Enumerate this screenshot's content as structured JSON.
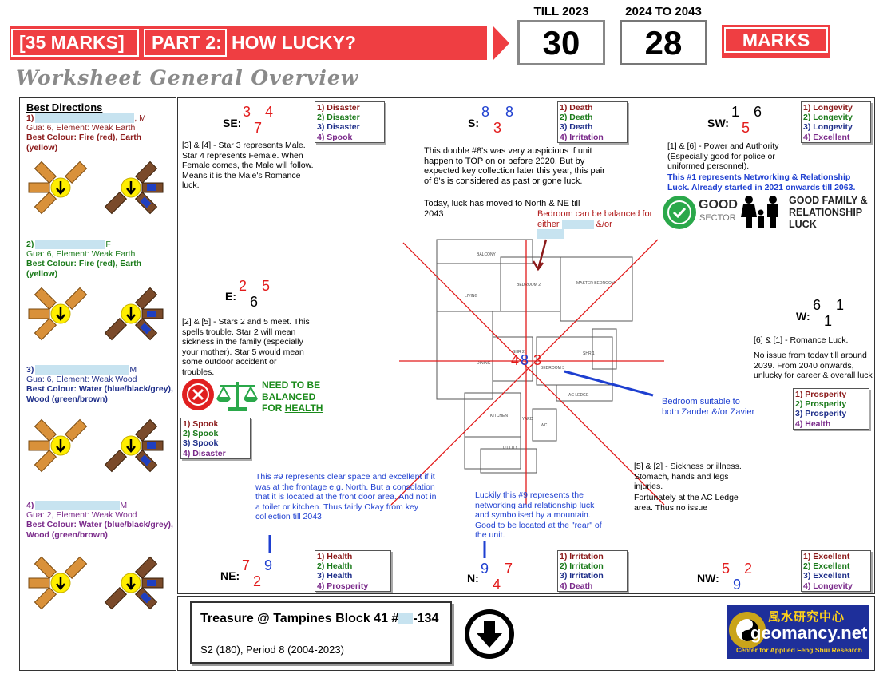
{
  "header": {
    "marks_badge": "[35 MARKS]",
    "part_label": "PART 2:",
    "title": "HOW LUCKY?",
    "period1_label": "TILL 2023",
    "period1_score": "30",
    "period2_label": "2024 TO 2043",
    "period2_score": "28",
    "marks_label": "MARKS"
  },
  "subtitle": "Worksheet General Overview",
  "best_directions": {
    "title": "Best Directions",
    "persons": [
      {
        "num": "1)",
        "suffix": ", M",
        "gua": "Gua: 6, Element: Weak Earth",
        "colour": "Best Colour: Fire (red), Earth (yellow)"
      },
      {
        "num": "2)",
        "suffix": "F",
        "gua": "Gua: 6, Element: Weak Earth",
        "colour": "Best Colour: Fire (red), Earth (yellow)"
      },
      {
        "num": "3)",
        "suffix": "M",
        "gua": "Gua: 6, Element: Weak Wood",
        "colour": "Best Colour: Water (blue/black/grey), Wood (green/brown)"
      },
      {
        "num": "4)",
        "suffix": "M",
        "gua": "Gua: 2, Element: Weak Wood",
        "colour": "Best Colour: Water (blue/black/grey), Wood (green/brown)"
      }
    ]
  },
  "sectors": {
    "SE": {
      "label": "SE:",
      "a": "3",
      "b": "4",
      "c": "7",
      "legend": [
        "1) Disaster",
        "2) Disaster",
        "3) Disaster",
        "4) Spook"
      ]
    },
    "S": {
      "label": "S:",
      "a": "8",
      "b": "8",
      "c": "3",
      "legend": [
        "1) Death",
        "2) Death",
        "3) Death",
        "4) Irritation"
      ]
    },
    "SW": {
      "label": "SW:",
      "a": "1",
      "b": "6",
      "c": "5",
      "legend": [
        "1) Longevity",
        "2) Longevity",
        "3) Longevity",
        "4) Excellent"
      ]
    },
    "E": {
      "label": "E:",
      "a": "2",
      "b": "5",
      "c": "6",
      "legend": [
        "1) Spook",
        "2) Spook",
        "3) Spook",
        "4) Disaster"
      ]
    },
    "W": {
      "label": "W:",
      "a": "6",
      "b": "1",
      "c": "1",
      "legend": [
        "1) Prosperity",
        "2) Prosperity",
        "3) Prosperity",
        "4) Health"
      ]
    },
    "NE": {
      "label": "NE:",
      "a": "7",
      "b": "9",
      "c": "2",
      "legend": [
        "1) Health",
        "2) Health",
        "3) Health",
        "4) Prosperity"
      ]
    },
    "N": {
      "label": "N:",
      "a": "9",
      "b": "7",
      "c": "4",
      "legend": [
        "1) Irritation",
        "2) Irritation",
        "3) Irritation",
        "4) Death"
      ]
    },
    "NW": {
      "label": "NW:",
      "a": "5",
      "b": "2",
      "c": "9",
      "legend": [
        "1) Excellent",
        "2) Excellent",
        "3) Excellent",
        "4) Longevity"
      ]
    }
  },
  "center_stars": {
    "a": "4",
    "b": "8",
    "c": "3"
  },
  "notes": {
    "se": "[3] & [4] - Star 3 represents Male. Star 4 represents Female. When Female comes, the Male will follow. Means it is the Male's Romance luck.",
    "s": "This double #8's was very auspicious if unit happen to TOP on or before 2020. But by expected key collection later this year, this pair of 8's is considered as past or gone luck.",
    "s2": "Today, luck has moved to North & NE till 2043",
    "sw": "[1] & [6] - Power and Authority (Especially good for police or uniformed personnel).",
    "sw_blue": "This #1 represents Networking & Relationship Luck. Already started in 2021 onwards till 2063.",
    "e": "[2] & [5] - Stars 2 and 5 meet. This spells trouble. Star 2 will mean sickness in the family (especially your mother). Star 5 would mean some outdoor accident or troubles.",
    "w1": "[6] & [1] - Romance Luck.",
    "w2": "No issue from today till around 2039. From 2040 onwards, unlucky for career & overall luck",
    "ne": "This #9 represents clear space and excellent if it was at the frontage e.g. North. But a consolation that it is located at the front door area. And not in a toilet or kitchen. Thus fairly Okay from key collection till 2043",
    "n": "Luckily this #9 represents the networking and relationship luck and symbolised by a mountain. Good to be located at the \"rear\" of the unit.",
    "nw1": "[5] & [2] - Sickness or illness. Stomach, hands and legs injuries.",
    "nw2": "Fortunately at the AC Ledge area. Thus no issue",
    "bedroom_balance": "Bedroom can be balanced for either",
    "bedroom_balance2": "&/or",
    "bedroom_suitable": "Bedroom suitable to both Zander &/or Zavier"
  },
  "badges": {
    "good": "GOOD",
    "sector": "SECTOR",
    "family": "GOOD FAMILY & RELATIONSHIP LUCK",
    "need1": "NEED TO BE",
    "need2": "BALANCED",
    "need3": "FOR",
    "need4": "HEALTH"
  },
  "floorplan_labels": {
    "balcony": "BALCONY",
    "living": "LIVING",
    "bedroom2": "BEDROOM 2",
    "master": "MASTER BEDROOM",
    "dining": "DINING",
    "bedroom3": "BEDROOM 3",
    "kitchen": "KITCHEN",
    "yard": "YARD",
    "utility": "UTILITY",
    "acledge": "AC LEDGE",
    "wc": "WC",
    "shr2": "SHR 2",
    "shr1": "SHR 1"
  },
  "footer": {
    "property": "Treasure @ Tampines Block 41 #",
    "unit": "-134",
    "details": "S2 (180), Period 8 (2004-2023)",
    "logo_cn": "風水研究中心",
    "logo_main": "geomancy.net",
    "logo_sub": "Center for Applied Feng Shui Research"
  },
  "colors": {
    "accent_red": "#ef3e42",
    "star_red": "#e21b1b",
    "star_blue": "#1e3fd0"
  }
}
